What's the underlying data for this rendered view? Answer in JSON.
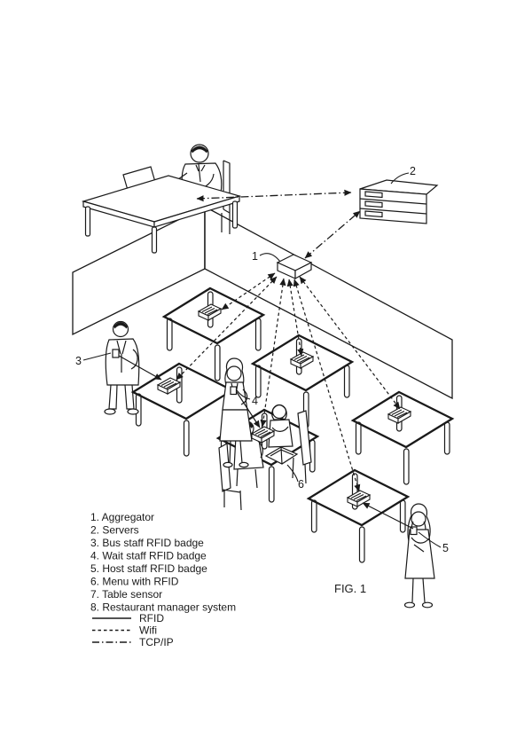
{
  "figure": {
    "caption": "FIG. 1",
    "refs": {
      "aggregator": "1",
      "servers": "2",
      "bus_staff_badge": "3",
      "wait_staff_badge": "4",
      "host_staff_badge": "5",
      "menu": "6"
    },
    "legend": {
      "items": [
        {
          "label": "1. Aggregator"
        },
        {
          "label": "2. Servers"
        },
        {
          "label": "3. Bus staff RFID badge"
        },
        {
          "label": "4. Wait staff RFID badge"
        },
        {
          "label": "5. Host staff RFID badge"
        },
        {
          "label": "6. Menu with RFID"
        },
        {
          "label": "7. Table sensor"
        },
        {
          "label": "8. Restaurant manager system"
        }
      ]
    },
    "line_legend": [
      {
        "style": "solid",
        "label": "RFID"
      },
      {
        "style": "dashed",
        "label": "Wifi"
      },
      {
        "style": "dashdot",
        "label": "TCP/IP"
      }
    ],
    "colors": {
      "ink": "#1a1a1a",
      "paper": "#ffffff"
    }
  }
}
